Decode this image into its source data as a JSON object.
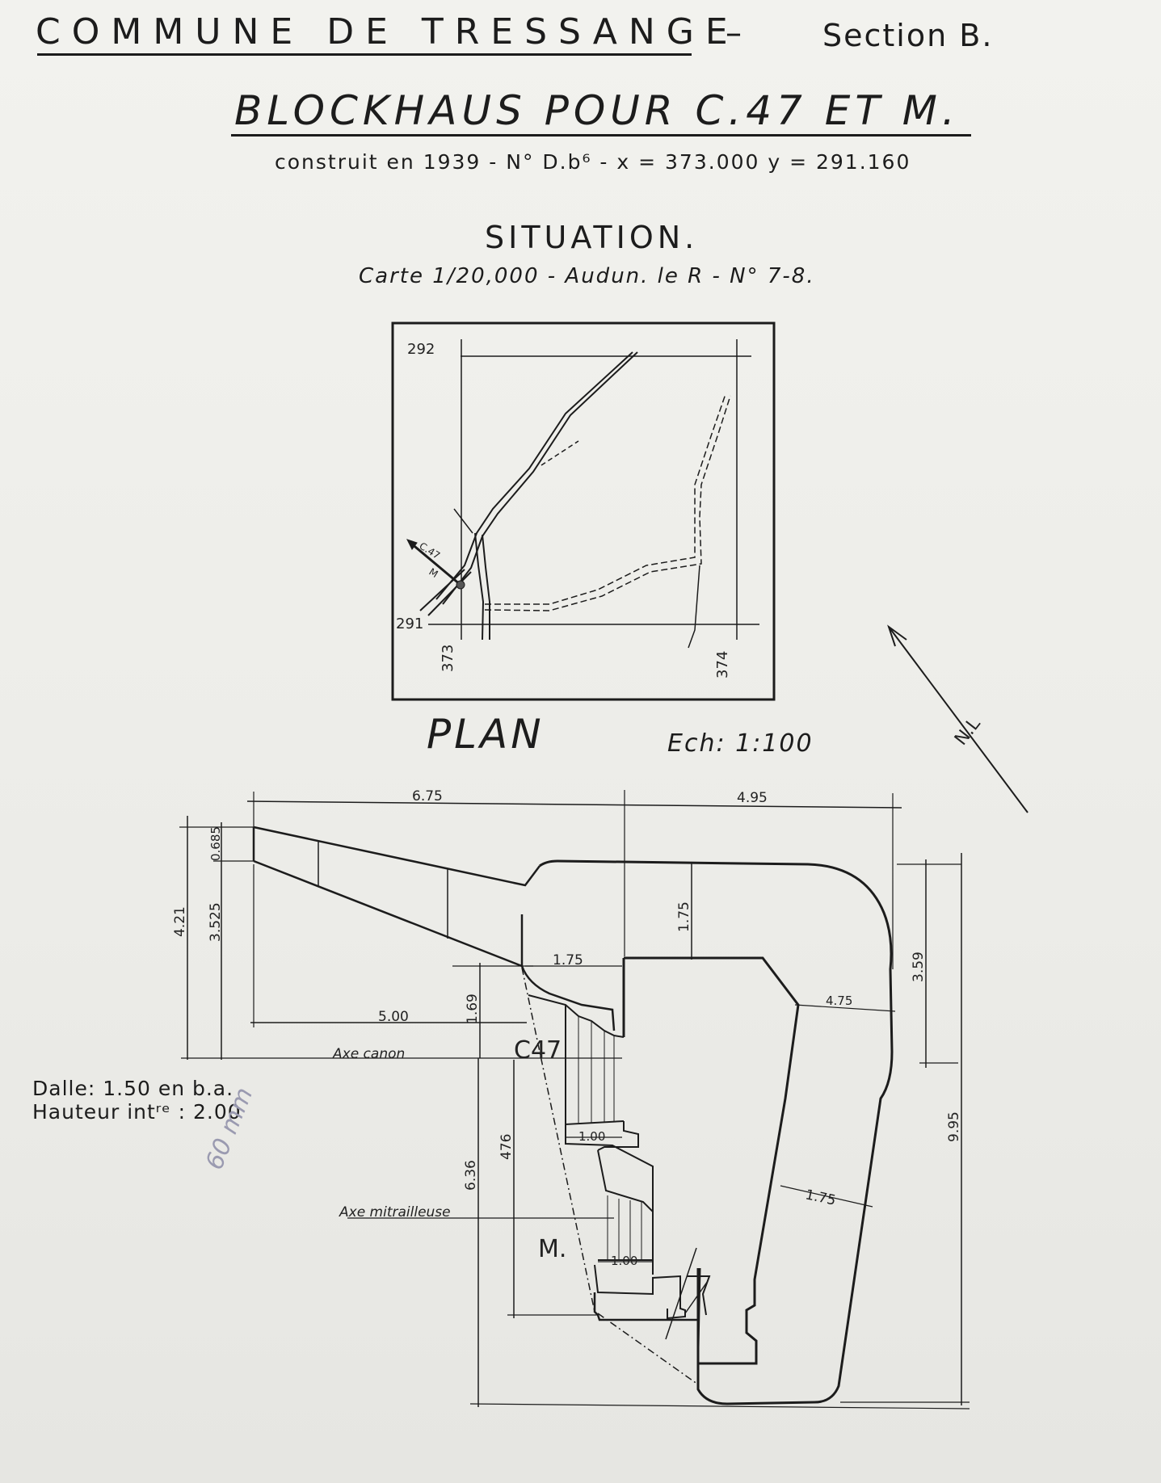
{
  "header": {
    "commune": "COMMUNE DE TRESSANGE",
    "separator": "–",
    "section": "Section B.",
    "title": "BLOCKHAUS POUR C.47 ET M.",
    "built": "construit en 1939 - N° D.b⁶ - x = 373.000  y = 291.160"
  },
  "situation": {
    "title": "SITUATION.",
    "carte": "Carte 1/20,000 - Audun. le R - N° 7-8.",
    "labels": {
      "y_top": "292",
      "y_bottom": "291",
      "x_left": "373",
      "x_right": "374",
      "gun": "C.47",
      "mg": "M"
    }
  },
  "plan": {
    "title": "PLAN",
    "scale": "Ech: 1:100",
    "north": "N.L",
    "dimensions": {
      "top_left": "6.75",
      "top_right": "4.95",
      "left_a": "4.21",
      "left_b": "3.525",
      "left_c": "0.685",
      "mid_5": "5.00",
      "d_175_top": "1.75",
      "d_175_mid": "1.75",
      "d_169": "1.69",
      "d_175_right": "4.75",
      "d_359": "3.59",
      "d_995": "9.95",
      "d_636": "6.36",
      "d_476": "476",
      "d_100_a": "1.00",
      "d_100_b": "1.00",
      "d_175_low": "1.75"
    },
    "axe_canon": "Axe canon",
    "axe_mitrailleuse": "Axe mitrailleuse",
    "c47": "C47",
    "m": "M."
  },
  "notes": {
    "dalle": "Dalle: 1.50 en b.a.",
    "hauteur": "Hauteur intʳᵉ : 2.00",
    "pencil": "60 mm"
  }
}
